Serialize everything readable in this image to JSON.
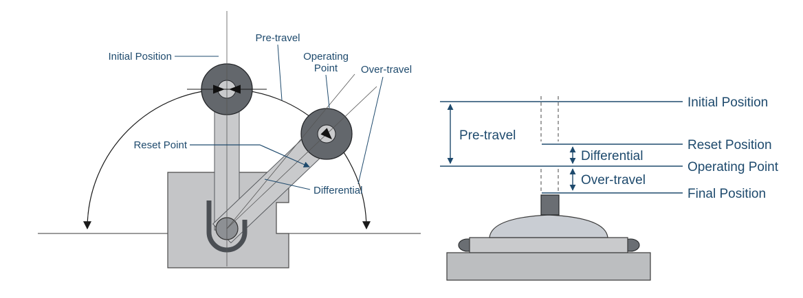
{
  "colors": {
    "label_text": "#1e4a6d",
    "leader_line": "#1e4a6d",
    "drawing_dark_gray": "#63676c",
    "drawing_light_gray": "#c9cacc",
    "drawing_base_gray": "#c4c5c7",
    "drawing_outline": "#3a3a3a",
    "background": "#ffffff"
  },
  "left": {
    "labels": {
      "initial_position": "Initial Position",
      "pre_travel": "Pre-travel",
      "operating_line1": "Operating",
      "operating_line2": "Point",
      "over_travel": "Over-travel",
      "reset_point": "Reset Point",
      "differential": "Differential"
    }
  },
  "right": {
    "labels": {
      "initial_position": "Initial Position",
      "pre_travel": "Pre-travel",
      "reset_position": "Reset Position",
      "differential": "Differential",
      "operating_point": "Operating Point",
      "over_travel": "Over-travel",
      "final_position": "Final Position"
    }
  }
}
